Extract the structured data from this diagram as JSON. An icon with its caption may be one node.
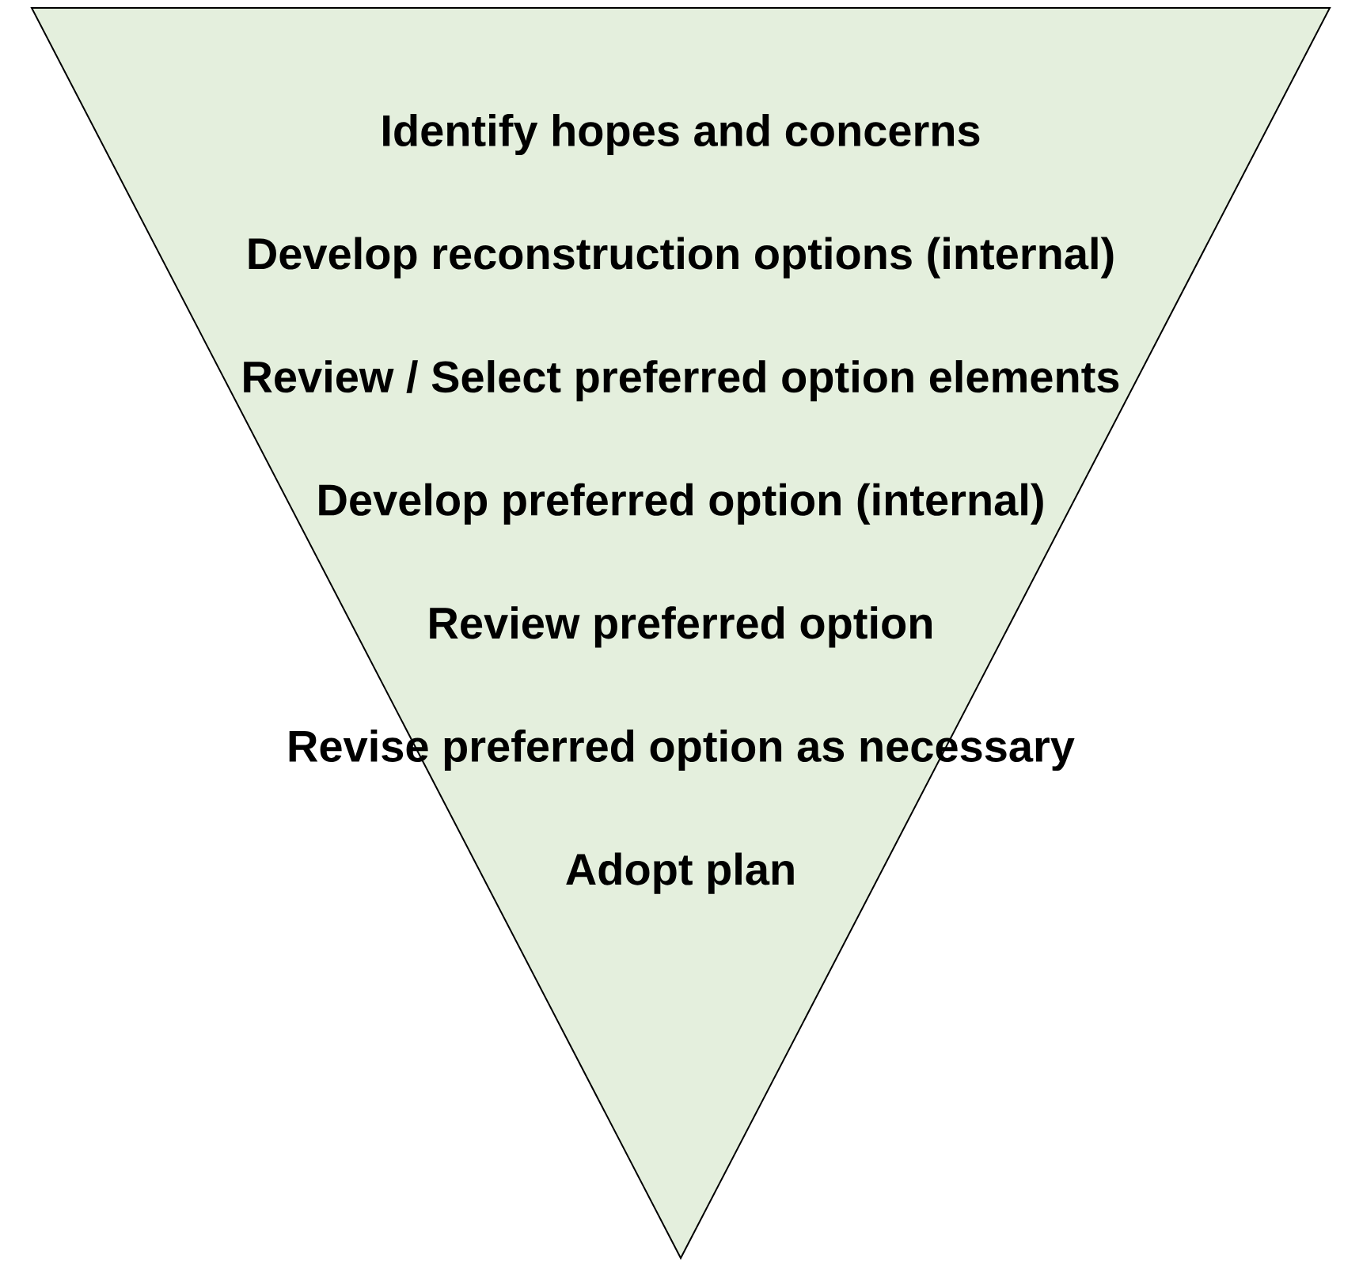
{
  "diagram": {
    "nodes": [
      {
        "text": [
          "Identify hopes and concerns",
          "Develop reconstruction options (internal)",
          "Review / Select preferred option elements",
          "Develop preferred option (internal)",
          "Review preferred option",
          "Revise preferred option as necessary",
          "Adopt plan"
        ]
      }
    ]
  }
}
